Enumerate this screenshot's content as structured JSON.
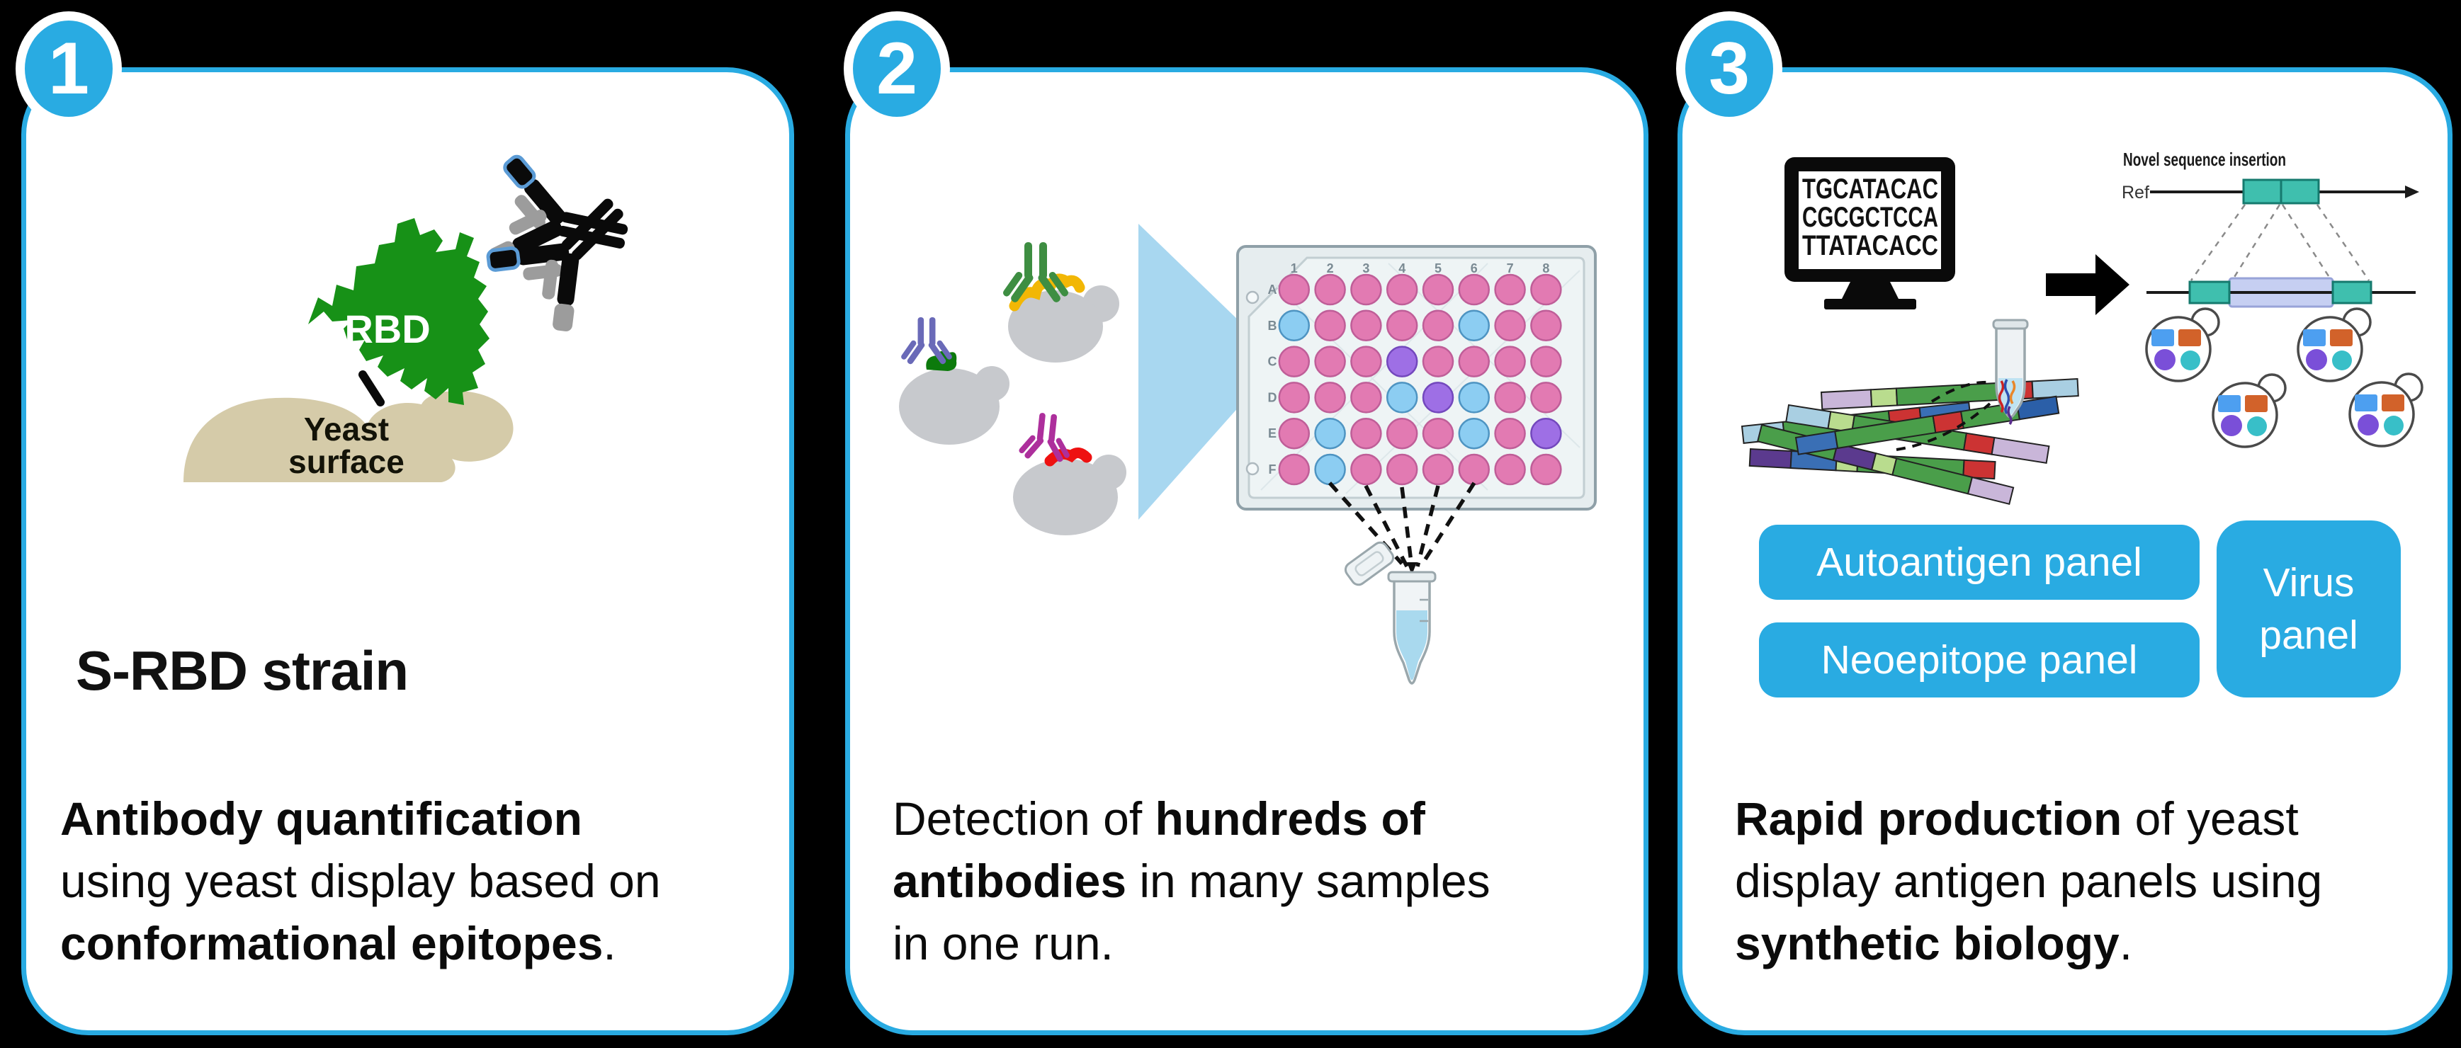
{
  "accent_color": "#29abe2",
  "background_color": "#000000",
  "badges": {
    "step1": "1",
    "step2": "2",
    "step3": "3"
  },
  "panel1": {
    "rbd_label": "RBD",
    "yeast_label_line1": "Yeast",
    "yeast_label_line2": "surface",
    "strain_label": "S-RBD strain"
  },
  "panel2": {
    "plate": {
      "cols": [
        "1",
        "2",
        "3",
        "4",
        "5",
        "6",
        "7",
        "8"
      ],
      "rows": [
        "A",
        "B",
        "C",
        "D",
        "E",
        "F"
      ],
      "wells": [
        [
          "P",
          "P",
          "P",
          "P",
          "P",
          "P",
          "P",
          "P"
        ],
        [
          "U",
          "P",
          "P",
          "P",
          "P",
          "U",
          "P",
          "P"
        ],
        [
          "P",
          "P",
          "P",
          "V",
          "P",
          "P",
          "P",
          "P"
        ],
        [
          "P",
          "P",
          "P",
          "U",
          "V",
          "U",
          "P",
          "P"
        ],
        [
          "P",
          "U",
          "P",
          "P",
          "P",
          "U",
          "P",
          "V"
        ],
        [
          "P",
          "U",
          "P",
          "P",
          "P",
          "P",
          "P",
          "P"
        ]
      ],
      "colors": {
        "P": {
          "f": "#e27ab2",
          "s": "#bf5e98"
        },
        "U": {
          "f": "#8ccdf2",
          "s": "#4e94c2"
        },
        "V": {
          "f": "#9e6fe5",
          "s": "#7348bd"
        }
      }
    }
  },
  "panel3": {
    "monitor_lines": [
      "TGCATACAC",
      "CGCGCTCCA",
      "TTATACACC"
    ],
    "insertion_title": "Novel sequence insertion",
    "ref_label": "Ref",
    "buttons": {
      "autoantigen": "Autoantigen panel",
      "neoepitope": "Neoepitope panel",
      "virus": "Virus panel"
    }
  },
  "captions": {
    "p1": [
      [
        {
          "t": "Antibody quantification",
          "b": true
        }
      ],
      [
        {
          "t": "using yeast display based on",
          "b": false
        }
      ],
      [
        {
          "t": "conformational epitopes",
          "b": true
        },
        {
          "t": ".",
          "b": false
        }
      ]
    ],
    "p2": [
      [
        {
          "t": "Detection of ",
          "b": false
        },
        {
          "t": "hundreds of",
          "b": true
        }
      ],
      [
        {
          "t": "antibodies",
          "b": true
        },
        {
          "t": " in many samples",
          "b": false
        }
      ],
      [
        {
          "t": "in one run.",
          "b": false
        }
      ]
    ],
    "p3": [
      [
        {
          "t": "Rapid production",
          "b": true
        },
        {
          "t": " of yeast",
          "b": false
        }
      ],
      [
        {
          "t": "display antigen panels using",
          "b": false
        }
      ],
      [
        {
          "t": "synthetic biology",
          "b": true
        },
        {
          "t": ".",
          "b": false
        }
      ]
    ]
  }
}
